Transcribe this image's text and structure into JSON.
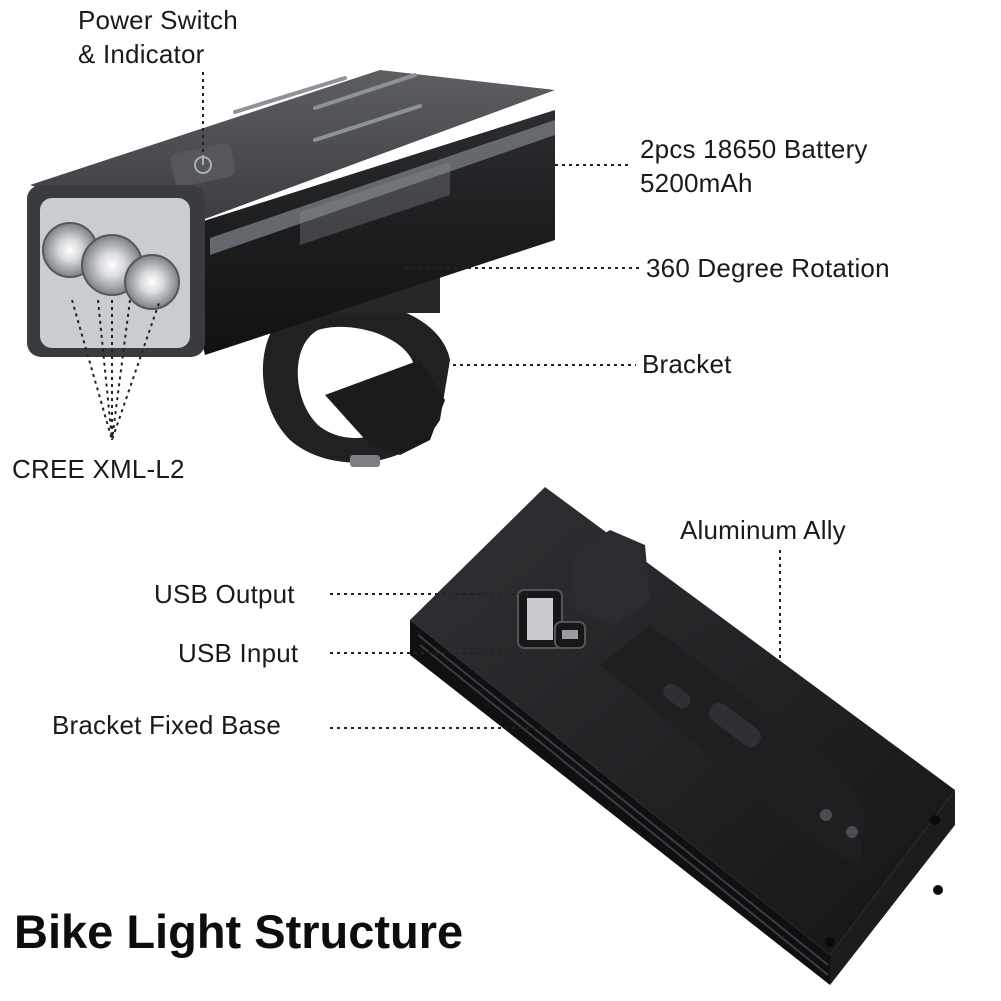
{
  "title": "Bike Light Structure",
  "labels": {
    "power_switch_line1": "Power Switch",
    "power_switch_line2": "& Indicator",
    "battery_line1": "2pcs 18650 Battery",
    "battery_line2": "5200mAh",
    "rotation": "360 Degree Rotation",
    "bracket": "Bracket",
    "cree": "CREE XML-L2",
    "aluminum": "Aluminum Ally",
    "usb_output": "USB Output",
    "usb_input": "USB Input",
    "bracket_base": "Bracket Fixed Base"
  },
  "colors": {
    "body_dark": "#2a2b2d",
    "body_light": "#4a4c50",
    "text": "#1a1a1a",
    "leader": "#222222"
  }
}
